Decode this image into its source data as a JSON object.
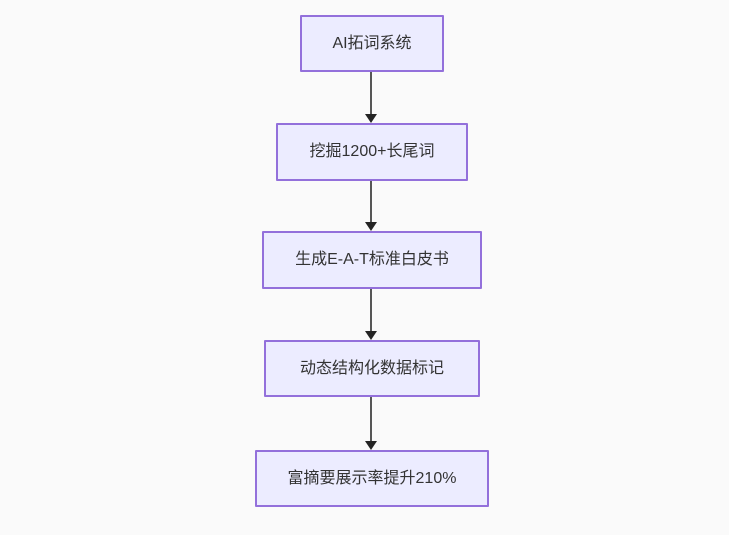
{
  "diagram": {
    "type": "flowchart",
    "direction": "top-down",
    "colors": {
      "background": "#fafafa",
      "node_fill": "#ececff",
      "node_border": "#9370db",
      "arrow": "#333333",
      "text": "#333333"
    },
    "nodes": [
      {
        "label": "AI拓词系统"
      },
      {
        "label": "挖掘1200+长尾词"
      },
      {
        "label": "生成E-A-T标准白皮书"
      },
      {
        "label": "动态结构化数据标记"
      },
      {
        "label": "富摘要展示率提升210%"
      }
    ],
    "edges": [
      {
        "from": 0,
        "to": 1,
        "style": "arrow-down"
      },
      {
        "from": 1,
        "to": 2,
        "style": "arrow-down"
      },
      {
        "from": 2,
        "to": 3,
        "style": "arrow-down"
      },
      {
        "from": 3,
        "to": 4,
        "style": "arrow-down"
      }
    ]
  }
}
